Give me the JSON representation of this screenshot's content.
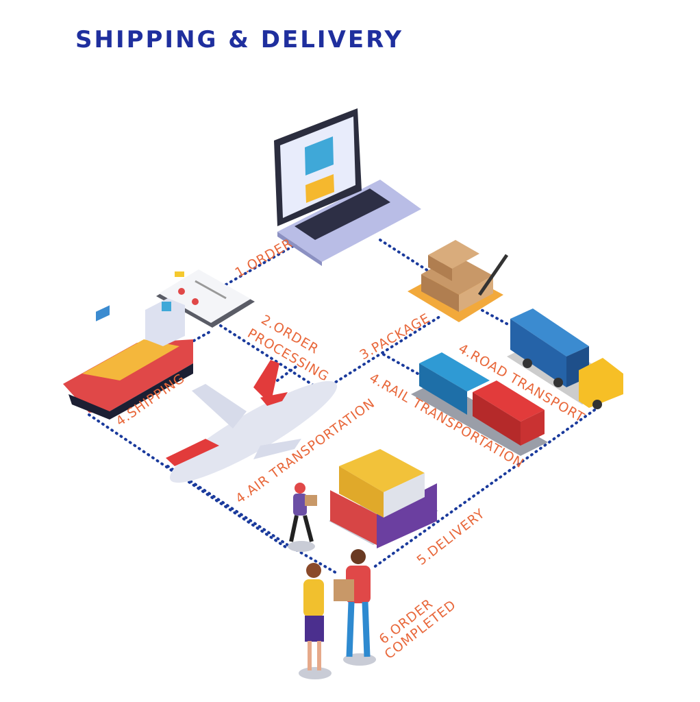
{
  "title": "SHIPPING & DELIVERY",
  "steps": {
    "order": "1.ORDER",
    "processing_1": "2.ORDER",
    "processing_2": "PROCESSING",
    "package": "3.PACKAGE",
    "road": "4.ROAD TRANSPORT",
    "rail": "4.RAIL TRANSPORTATION",
    "shipping": "4.SHIPPING",
    "air": "4.AIR TRANSPORTATION",
    "delivery": "5.DELIVERY",
    "completed_1": "6.ORDER",
    "completed_2": "COMPLETED"
  },
  "colors": {
    "title": "#1f2f9e",
    "label": "#e8673a",
    "path": "#1a3a9c"
  }
}
